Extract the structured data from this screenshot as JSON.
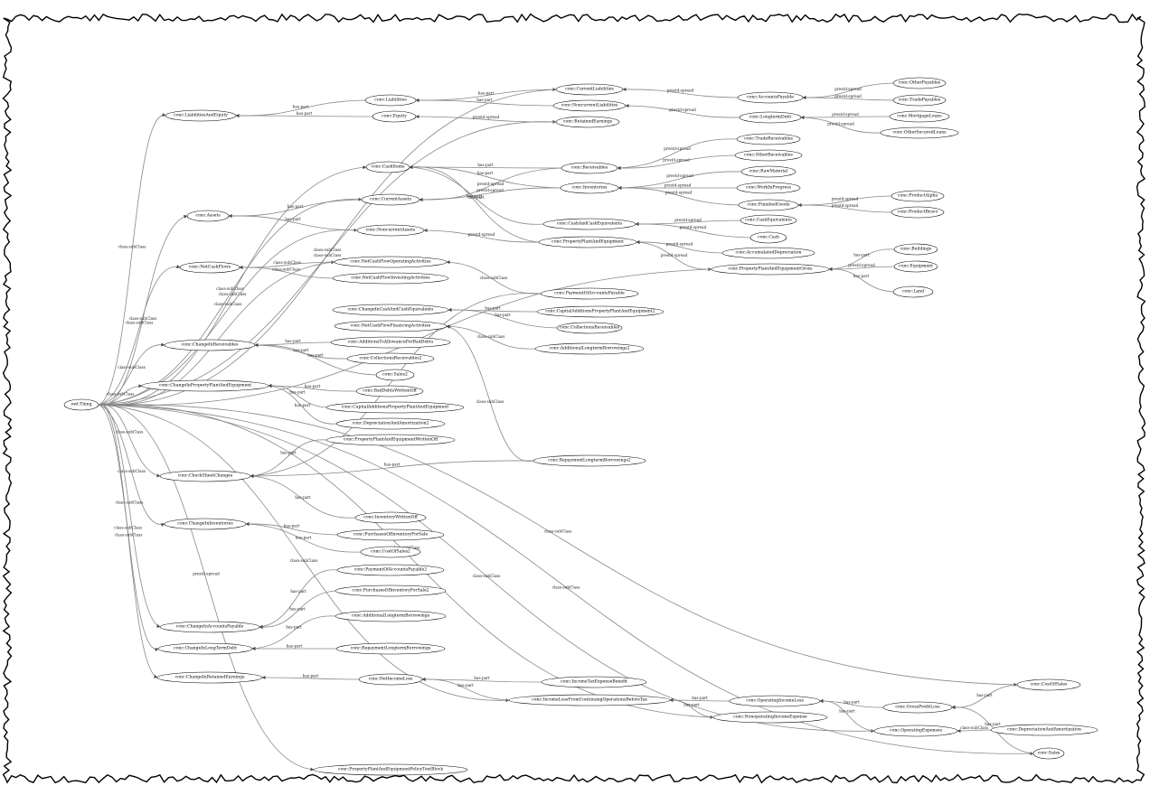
{
  "diagram": {
    "colors": {
      "edge": "#888888",
      "node_border": "#000000",
      "paper": "#ffffff",
      "text": "#000000"
    },
    "nodes": [
      {
        "id": "thing",
        "label": "owl:Thing"
      },
      {
        "id": "liab_eq",
        "label": "conc:LiabilitiesAndEquity"
      },
      {
        "id": "liabilities",
        "label": "conc:Liabilities"
      },
      {
        "id": "equity",
        "label": "conc:Equity"
      },
      {
        "id": "cur_liab",
        "label": "conc:CurrentLiabilities"
      },
      {
        "id": "noncur_liab",
        "label": "conc:NoncurrentLiabilities"
      },
      {
        "id": "retained",
        "label": "conc:RetainedEarnings"
      },
      {
        "id": "acct_pay",
        "label": "conc:AccountsPayable"
      },
      {
        "id": "other_pay",
        "label": "conc:OtherPayables"
      },
      {
        "id": "trade_pay",
        "label": "conc:TradePayables"
      },
      {
        "id": "lt_debt",
        "label": "conc:LongtermDebt"
      },
      {
        "id": "mortgage",
        "label": "conc:MortgageLoans"
      },
      {
        "id": "other_secured",
        "label": "conc:OtherSecuredLoans"
      },
      {
        "id": "cash_items",
        "label": "conc:CashItems"
      },
      {
        "id": "trade_rec",
        "label": "conc:TradeReceivables"
      },
      {
        "id": "other_rec",
        "label": "conc:OtherReceivables"
      },
      {
        "id": "receivables",
        "label": "conc:Receivables"
      },
      {
        "id": "raw_mat",
        "label": "conc:RawMaterial"
      },
      {
        "id": "inventories",
        "label": "conc:Inventories"
      },
      {
        "id": "wip",
        "label": "conc:WorkInProgress"
      },
      {
        "id": "finished",
        "label": "conc:FinishedGoods"
      },
      {
        "id": "prod_a",
        "label": "conc:ProductAlpha"
      },
      {
        "id": "prod_b",
        "label": "conc:ProductBravo"
      },
      {
        "id": "cur_assets",
        "label": "conc:CurrentAssets"
      },
      {
        "id": "assets",
        "label": "conc:Assets"
      },
      {
        "id": "noncur_assets",
        "label": "conc:NoncurrentAssets"
      },
      {
        "id": "cash_eq",
        "label": "conc:CashAndCashEquivalents"
      },
      {
        "id": "cash_equiv",
        "label": "conc:CashEquivalents"
      },
      {
        "id": "cash",
        "label": "conc:Cash"
      },
      {
        "id": "ppe",
        "label": "conc:PropertyPlantAndEquipment"
      },
      {
        "id": "acc_dep",
        "label": "conc:AccumulatedDepreciation"
      },
      {
        "id": "ppe_gross",
        "label": "conc:PropertyPlantAndEquipmentGross"
      },
      {
        "id": "buildings",
        "label": "conc:Buildings"
      },
      {
        "id": "equipment",
        "label": "conc:Equipment"
      },
      {
        "id": "land",
        "label": "conc:Land"
      },
      {
        "id": "net_cf",
        "label": "conc:NetCashFlows"
      },
      {
        "id": "ncf_op",
        "label": "conc:NetCashFlowOperatingActivities"
      },
      {
        "id": "ncf_inv",
        "label": "conc:NetCashFlowInvestingActivities"
      },
      {
        "id": "pay_ap",
        "label": "conc:PaymentOfAccountsPayable"
      },
      {
        "id": "chg_cash",
        "label": "conc:ChangeInCashAndCashEquivalents"
      },
      {
        "id": "cap_add2",
        "label": "conc:CapitalAdditionsPropertyPlantAndEquipment2"
      },
      {
        "id": "ncf_fin",
        "label": "conc:NetCashFlowFinancingActivities"
      },
      {
        "id": "coll_rec",
        "label": "conc:CollectionsReceivables"
      },
      {
        "id": "add_bad",
        "label": "conc:AdditionsToAllowanceForBadDebts"
      },
      {
        "id": "add_lt2",
        "label": "conc:AdditionalLongtermBorrowings2"
      },
      {
        "id": "chg_rec",
        "label": "conc:ChangeInReceivables"
      },
      {
        "id": "coll_rec2",
        "label": "conc:CollectionsReceivables2"
      },
      {
        "id": "sales2",
        "label": "conc:Sales2"
      },
      {
        "id": "chg_ppe",
        "label": "conc:ChangeInPropertyPlantAndEquipment"
      },
      {
        "id": "bad_debts",
        "label": "conc:BadDebtsWrittenOff"
      },
      {
        "id": "cap_add",
        "label": "conc:CapitalAdditionsPropertyPlantAndEquipment"
      },
      {
        "id": "dep_amort2",
        "label": "conc:DepreciationAndAmortization2"
      },
      {
        "id": "ppe_wo",
        "label": "conc:PropertyPlantAndEquipmentWrittenOff"
      },
      {
        "id": "repay_lt2",
        "label": "conc:RepaymentLongtermBorrowings2"
      },
      {
        "id": "chk_changes",
        "label": "conc:CheckSheetChanges"
      },
      {
        "id": "inv_wo",
        "label": "conc:InventoryWrittenOff"
      },
      {
        "id": "chg_inv",
        "label": "conc:ChangeInInventories"
      },
      {
        "id": "purch_inv",
        "label": "conc:PurchasesOfInventoryForSale"
      },
      {
        "id": "cost_sales2",
        "label": "conc:CostOfSales2"
      },
      {
        "id": "pay_ap2",
        "label": "conc:PaymentOfAccountsPayable2"
      },
      {
        "id": "purch_inv2",
        "label": "conc:PurchasesOfInventoryForSale2"
      },
      {
        "id": "add_lt",
        "label": "conc:AdditionalLongtermBorrowings"
      },
      {
        "id": "chg_ap",
        "label": "conc:ChangeInAccountsPayable"
      },
      {
        "id": "repay_lt",
        "label": "conc:RepaymentLongtermBorrowings"
      },
      {
        "id": "chg_ltd",
        "label": "conc:ChangeInLongTermDebt"
      },
      {
        "id": "chg_re",
        "label": "conc:ChangeInRetainedEarnings"
      },
      {
        "id": "net_income",
        "label": "conc:NetIncomeLoss"
      },
      {
        "id": "tax_exp",
        "label": "conc:IncomeTaxExpenseBenefit"
      },
      {
        "id": "ilcont",
        "label": "conc:IncomeLossFromContinuingOperationsBeforeTax"
      },
      {
        "id": "op_income",
        "label": "conc:OperatingIncomeLoss"
      },
      {
        "id": "cost_sales",
        "label": "conc:CostOfSales"
      },
      {
        "id": "gross_profit",
        "label": "conc:GrossProfitLoss"
      },
      {
        "id": "nonop",
        "label": "conc:NonoperatingIncomeExpense"
      },
      {
        "id": "op_exp",
        "label": "conc:OperatingExpenses"
      },
      {
        "id": "dep_amort",
        "label": "conc:DepreciationAndAmortization"
      },
      {
        "id": "sales",
        "label": "conc:Sales"
      },
      {
        "id": "ppe_pres",
        "label": "conc:PropertyPlantAndEquipmentPolicyTextBlock"
      }
    ],
    "edges": [
      {
        "from": "thing",
        "to": "liab_eq",
        "label": "class-subClass"
      },
      {
        "from": "thing",
        "to": "cur_liab",
        "label": "class-subClass"
      },
      {
        "from": "thing",
        "to": "retained",
        "label": "class-subClass"
      },
      {
        "from": "thing",
        "to": "cash_items",
        "label": "class-subClass"
      },
      {
        "from": "thing",
        "to": "cur_assets",
        "label": "class-subClass"
      },
      {
        "from": "thing",
        "to": "assets",
        "label": "class-subClass"
      },
      {
        "from": "thing",
        "to": "noncur_assets",
        "label": "class-subClass"
      },
      {
        "from": "thing",
        "to": "ppe_gross",
        "label": "class-subClass"
      },
      {
        "from": "thing",
        "to": "net_cf",
        "label": "class-subClass"
      },
      {
        "from": "thing",
        "to": "ncf_op",
        "label": "class-subClass"
      },
      {
        "from": "thing",
        "to": "chg_rec",
        "label": "class-subClass"
      },
      {
        "from": "thing",
        "to": "chg_ppe",
        "label": "class-subClass"
      },
      {
        "from": "thing",
        "to": "chk_changes",
        "label": "class-subClass"
      },
      {
        "from": "thing",
        "to": "chg_inv",
        "label": "class-subClass"
      },
      {
        "from": "thing",
        "to": "chg_ap",
        "label": "class-subClass"
      },
      {
        "from": "thing",
        "to": "chg_ltd",
        "label": "class-subClass"
      },
      {
        "from": "thing",
        "to": "chg_re",
        "label": "class-subClass"
      },
      {
        "from": "thing",
        "to": "ilcont",
        "label": "class-subClass"
      },
      {
        "from": "thing",
        "to": "nonop",
        "label": "class-subClass"
      },
      {
        "from": "thing",
        "to": "op_exp",
        "label": "class-subClass"
      },
      {
        "from": "thing",
        "to": "cost_sales",
        "label": "class-subClass"
      },
      {
        "from": "thing",
        "to": "sales",
        "label": "class-subClass"
      },
      {
        "from": "thing",
        "to": "ppe_pres",
        "label": "prestd-spread"
      },
      {
        "from": "liabilities",
        "to": "liab_eq",
        "label": "has-part"
      },
      {
        "from": "equity",
        "to": "liab_eq",
        "label": "has-part"
      },
      {
        "from": "cur_liab",
        "to": "liabilities",
        "label": "has-part"
      },
      {
        "from": "noncur_liab",
        "to": "liabilities",
        "label": "has-part"
      },
      {
        "from": "retained",
        "to": "equity",
        "label": "prestd-spread"
      },
      {
        "from": "acct_pay",
        "to": "cur_liab",
        "label": "prestd-spread"
      },
      {
        "from": "other_pay",
        "to": "acct_pay",
        "label": "prestd-spread"
      },
      {
        "from": "trade_pay",
        "to": "acct_pay",
        "label": "prestd-spread"
      },
      {
        "from": "lt_debt",
        "to": "noncur_liab",
        "label": "prestd-spread"
      },
      {
        "from": "mortgage",
        "to": "lt_debt",
        "label": "prestd-spread"
      },
      {
        "from": "other_secured",
        "to": "lt_debt",
        "label": "prestd-spread"
      },
      {
        "from": "trade_rec",
        "to": "receivables",
        "label": "prestd-spread"
      },
      {
        "from": "other_rec",
        "to": "receivables",
        "label": "prestd-spread"
      },
      {
        "from": "raw_mat",
        "to": "inventories",
        "label": "prestd-spread"
      },
      {
        "from": "wip",
        "to": "inventories",
        "label": "prestd-spread"
      },
      {
        "from": "finished",
        "to": "inventories",
        "label": "prestd-spread"
      },
      {
        "from": "prod_a",
        "to": "finished",
        "label": "prestd-spread"
      },
      {
        "from": "prod_b",
        "to": "finished",
        "label": "prestd-spread"
      },
      {
        "from": "receivables",
        "to": "cur_assets",
        "label": "prestd-spread"
      },
      {
        "from": "inventories",
        "to": "cur_assets",
        "label": "prestd-spread"
      },
      {
        "from": "receivables",
        "to": "cash_items",
        "label": "has-part"
      },
      {
        "from": "inventories",
        "to": "cash_items",
        "label": "has-part"
      },
      {
        "from": "cash_eq",
        "to": "cash_items",
        "label": "has-part"
      },
      {
        "from": "ppe",
        "to": "cash_items",
        "label": "has-part"
      },
      {
        "from": "cur_assets",
        "to": "assets",
        "label": "has-part"
      },
      {
        "from": "noncur_assets",
        "to": "assets",
        "label": "has-part"
      },
      {
        "from": "cash_equiv",
        "to": "cash_eq",
        "label": "prestd-spread"
      },
      {
        "from": "cash",
        "to": "cash_eq",
        "label": "prestd-spread"
      },
      {
        "from": "ppe",
        "to": "noncur_assets",
        "label": "prestd-spread"
      },
      {
        "from": "acc_dep",
        "to": "ppe",
        "label": "prestd-spread"
      },
      {
        "from": "ppe_gross",
        "to": "ppe",
        "label": "prestd-spread"
      },
      {
        "from": "buildings",
        "to": "ppe_gross",
        "label": "has-part"
      },
      {
        "from": "equipment",
        "to": "ppe_gross",
        "label": "prestd-spread"
      },
      {
        "from": "land",
        "to": "ppe_gross",
        "label": "has-part"
      },
      {
        "from": "ncf_op",
        "to": "net_cf",
        "label": "class-subClass"
      },
      {
        "from": "ncf_inv",
        "to": "net_cf",
        "label": "class-subClass"
      },
      {
        "from": "pay_ap",
        "to": "ncf_op",
        "label": "class-subClass"
      },
      {
        "from": "pay_ap",
        "to": "chk_changes",
        "label": "has-part"
      },
      {
        "from": "cap_add2",
        "to": "chg_cash",
        "label": "has-part"
      },
      {
        "from": "coll_rec",
        "to": "chg_cash",
        "label": "has-part"
      },
      {
        "from": "add_lt2",
        "to": "ncf_fin",
        "label": "class-subClass"
      },
      {
        "from": "add_bad",
        "to": "chg_rec",
        "label": "has-part"
      },
      {
        "from": "coll_rec2",
        "to": "chg_rec",
        "label": "has-part"
      },
      {
        "from": "sales2",
        "to": "chg_rec",
        "label": "has-part"
      },
      {
        "from": "bad_debts",
        "to": "chg_ppe",
        "label": "has-part"
      },
      {
        "from": "cap_add",
        "to": "chg_ppe",
        "label": "has-part"
      },
      {
        "from": "dep_amort2",
        "to": "chg_ppe",
        "label": "has-part"
      },
      {
        "from": "ppe_wo",
        "to": "chk_changes",
        "label": "has-part"
      },
      {
        "from": "repay_lt2",
        "to": "ncf_fin",
        "label": "class-subClass"
      },
      {
        "from": "repay_lt2",
        "to": "chk_changes",
        "label": "has-part"
      },
      {
        "from": "inv_wo",
        "to": "chk_changes",
        "label": "has-part"
      },
      {
        "from": "purch_inv",
        "to": "chg_inv",
        "label": "has-part"
      },
      {
        "from": "cost_sales2",
        "to": "chg_inv",
        "label": "has-part"
      },
      {
        "from": "pay_ap2",
        "to": "chg_ap",
        "label": "has-part"
      },
      {
        "from": "purch_inv2",
        "to": "chg_ap",
        "label": "has-part"
      },
      {
        "from": "add_lt",
        "to": "chg_ltd",
        "label": "has-part"
      },
      {
        "from": "repay_lt",
        "to": "chg_ltd",
        "label": "has-part"
      },
      {
        "from": "net_income",
        "to": "chg_re",
        "label": "has-part"
      },
      {
        "from": "tax_exp",
        "to": "net_income",
        "label": "has-part"
      },
      {
        "from": "ilcont",
        "to": "net_income",
        "label": "has-part"
      },
      {
        "from": "op_income",
        "to": "ilcont",
        "label": "has-part"
      },
      {
        "from": "nonop",
        "to": "ilcont",
        "label": "has-part"
      },
      {
        "from": "gross_profit",
        "to": "op_income",
        "label": "has-part"
      },
      {
        "from": "op_exp",
        "to": "op_income",
        "label": "has-part"
      },
      {
        "from": "cost_sales",
        "to": "gross_profit",
        "label": "has-part"
      },
      {
        "from": "sales",
        "to": "gross_profit",
        "label": "has-part"
      },
      {
        "from": "dep_amort",
        "to": "op_exp",
        "label": "class-subClass"
      }
    ]
  }
}
